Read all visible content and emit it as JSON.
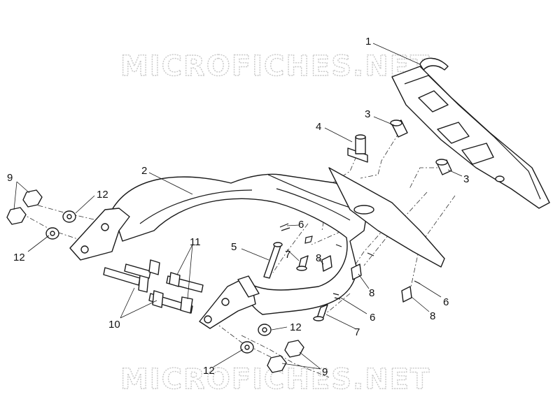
{
  "watermark": {
    "top_text": "MICROFICHES.NET",
    "bottom_text": "MICROFICHES.NET"
  },
  "callouts": [
    {
      "id": "c1",
      "label": "1"
    },
    {
      "id": "c2",
      "label": "2"
    },
    {
      "id": "c3a",
      "label": "3"
    },
    {
      "id": "c3b",
      "label": "3"
    },
    {
      "id": "c4",
      "label": "4"
    },
    {
      "id": "c5",
      "label": "5"
    },
    {
      "id": "c6a",
      "label": "6"
    },
    {
      "id": "c6b",
      "label": "6"
    },
    {
      "id": "c6c",
      "label": "6"
    },
    {
      "id": "c7a",
      "label": "7"
    },
    {
      "id": "c7b",
      "label": "7"
    },
    {
      "id": "c8a",
      "label": "8"
    },
    {
      "id": "c8b",
      "label": "8"
    },
    {
      "id": "c8c",
      "label": "8"
    },
    {
      "id": "c9a",
      "label": "9"
    },
    {
      "id": "c9b",
      "label": "9"
    },
    {
      "id": "c10",
      "label": "10"
    },
    {
      "id": "c11",
      "label": "11"
    },
    {
      "id": "c12a",
      "label": "12"
    },
    {
      "id": "c12b",
      "label": "12"
    },
    {
      "id": "c12c",
      "label": "12"
    },
    {
      "id": "c12d",
      "label": "12"
    }
  ]
}
